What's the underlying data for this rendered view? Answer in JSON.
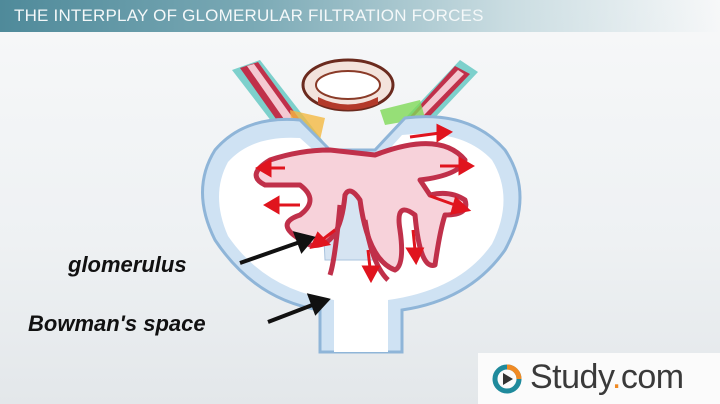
{
  "header": {
    "title": "THE INTERPLAY OF GLOMERULAR FILTRATION FORCES"
  },
  "diagram": {
    "labels": {
      "glomerulus": "glomerulus",
      "bowmans_space": "Bowman's space"
    },
    "colors": {
      "capsule": "#a9c8e6",
      "capillary": "#c0304a",
      "arrow": "#e0141e",
      "space": "#ffffff"
    }
  },
  "logo": {
    "name_pre": "Study",
    "dot": ".",
    "name_post": "com",
    "colors": {
      "orange": "#f08a24",
      "teal": "#1f8a9c"
    }
  }
}
